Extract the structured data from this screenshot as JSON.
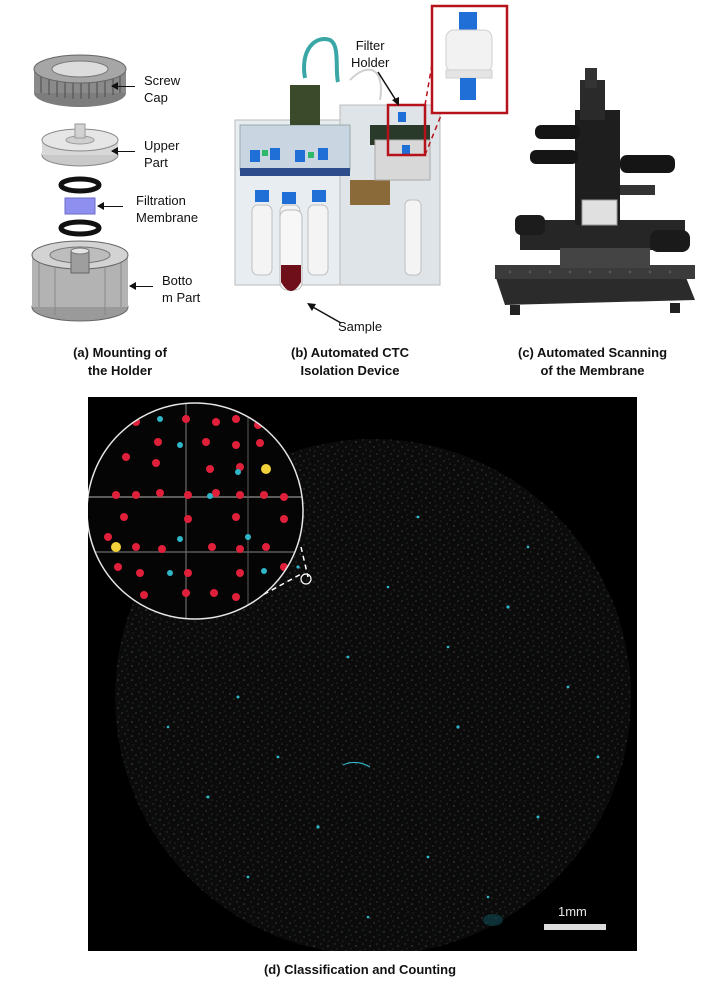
{
  "panel_a": {
    "labels": {
      "screw_cap": [
        "Screw",
        "Cap"
      ],
      "upper_part": [
        "Upper",
        "Part"
      ],
      "membrane": [
        "Filtration",
        "Membrane"
      ],
      "bottom_part": [
        "Botto",
        "m Part"
      ]
    },
    "caption": [
      "(a) Mounting of",
      "the Holder"
    ]
  },
  "panel_b": {
    "labels": {
      "filter_holder": [
        "Filter",
        "Holder"
      ],
      "sample": "Sample"
    },
    "caption": [
      "(b) Automated CTC",
      "Isolation Device"
    ]
  },
  "panel_c": {
    "caption": [
      "(c) Automated Scanning",
      "of the Membrane"
    ]
  },
  "panel_d": {
    "scale_bar": "1mm",
    "caption": "(d) Classification and Counting"
  },
  "colors": {
    "highlight_red": "#b5121b",
    "cell_red": "#e0203a",
    "cell_cyan": "#2fb6c8",
    "cell_yellow": "#f2d23a",
    "membrane_blue": "#8f8ff0"
  }
}
